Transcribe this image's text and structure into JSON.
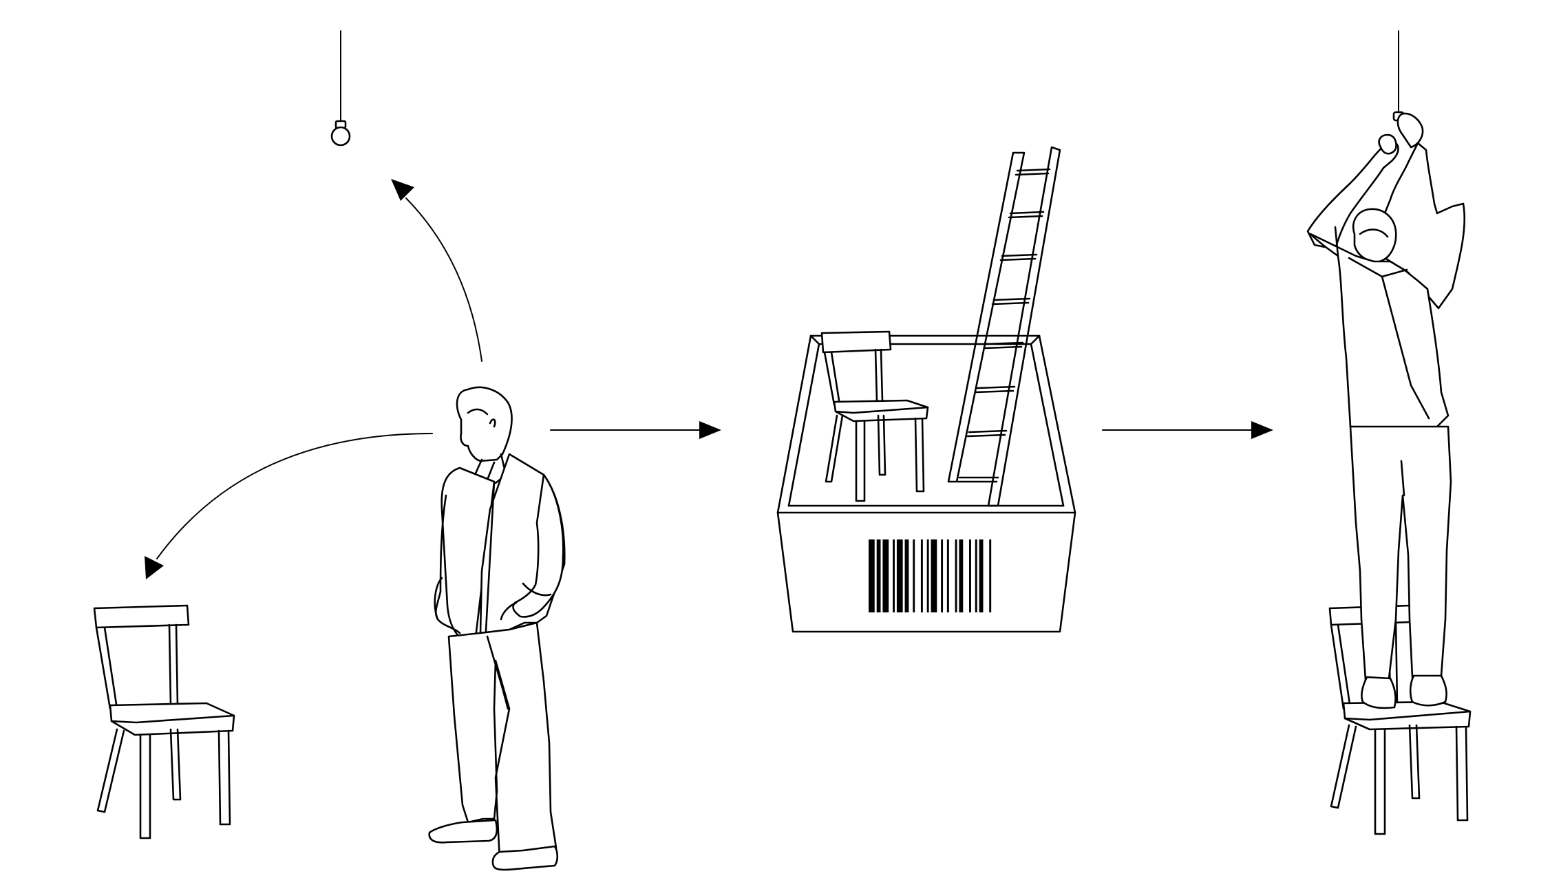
{
  "scene": {
    "background": "#ffffff",
    "line_color": "#000000",
    "panels": [
      {
        "step": 1,
        "description_icon": "man-considering-chair-and-lightbulb"
      },
      {
        "step": 2,
        "description_icon": "box-with-chair-ladder-barcode"
      },
      {
        "step": 3,
        "description_icon": "man-on-chair-changing-lightbulb"
      }
    ],
    "barcode_bars": [
      3,
      1,
      2,
      1,
      3,
      2,
      1,
      1,
      3,
      1,
      2,
      2,
      1,
      3,
      1,
      2,
      1,
      1,
      3,
      2,
      1,
      2,
      1,
      3,
      1,
      1,
      2,
      3,
      1,
      2,
      1,
      1,
      2,
      3,
      1,
      2
    ]
  }
}
